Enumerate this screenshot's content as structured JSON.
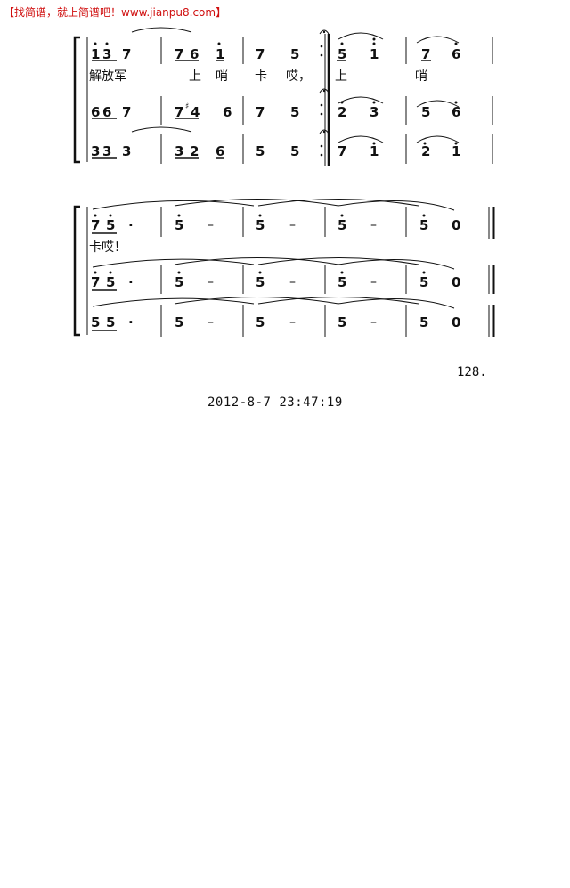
{
  "header": {
    "text": "【找简谱，就上简谱吧！www.jianpu8.com】"
  },
  "systems": [
    {
      "parts": [
        {
          "notes": [
            "1",
            "3",
            "7",
            "7",
            "6",
            "1",
            "7",
            "5",
            "5",
            "1",
            "7",
            "6"
          ]
        },
        {
          "notes": [
            "6",
            "6",
            "7",
            "7",
            "4",
            "6",
            "7",
            "5",
            "2",
            "3",
            "5",
            "6"
          ]
        },
        {
          "notes": [
            "3",
            "3",
            "3",
            "3",
            "2",
            "6",
            "5",
            "5",
            "7",
            "1",
            "2",
            "1"
          ]
        }
      ],
      "lyrics": [
        "解放军",
        "上",
        "哨",
        "卡",
        "哎，",
        "上",
        "哨"
      ],
      "accidental": "♯"
    },
    {
      "parts": [
        {
          "notes": [
            "7",
            "5",
            "·",
            "5",
            "–",
            "5",
            "–",
            "5",
            "–",
            "5",
            "0"
          ]
        },
        {
          "notes": [
            "7",
            "5",
            "·",
            "5",
            "–",
            "5",
            "–",
            "5",
            "–",
            "5",
            "0"
          ]
        },
        {
          "notes": [
            "5",
            "5",
            "·",
            "5",
            "–",
            "5",
            "–",
            "5",
            "–",
            "5",
            "0"
          ]
        }
      ],
      "lyrics": [
        "卡哎！"
      ]
    }
  ],
  "page_number": "128.",
  "timestamp": "2012-8-7 23:47:19"
}
